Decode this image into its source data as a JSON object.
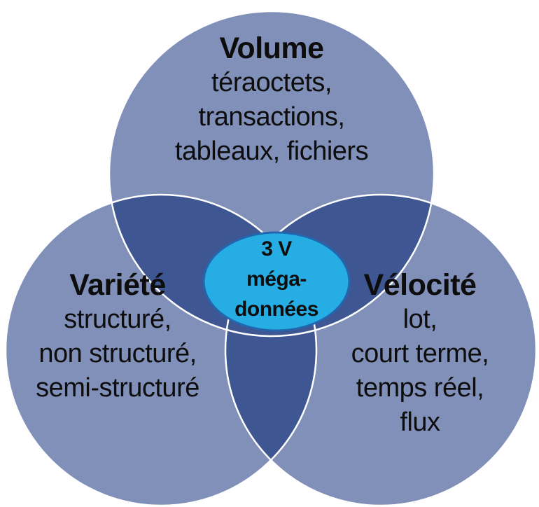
{
  "diagram": {
    "type": "venn-3-circles",
    "center_label": {
      "lines": [
        "3 V",
        "méga-",
        "données"
      ]
    },
    "sets": {
      "volume": {
        "title": "Volume",
        "items": [
          "téraoctets,",
          "transactions,",
          "tableaux, fichiers"
        ]
      },
      "variete": {
        "title": "Variété",
        "items": [
          "structuré,",
          "non structuré,",
          "semi-structuré"
        ]
      },
      "velocite": {
        "title": "Vélocité",
        "items": [
          "lot,",
          "court terme,",
          "temps réel,",
          "flux"
        ]
      }
    }
  },
  "colors": {
    "background": "#ffffff",
    "circle_fill": "#8090B8",
    "overlap_fill": "#3E5691",
    "circle_outline": "#ffffff",
    "ellipse_fill": "#26ADE4",
    "ellipse_stroke": "#2366AE",
    "text": "#0d0d0d"
  }
}
